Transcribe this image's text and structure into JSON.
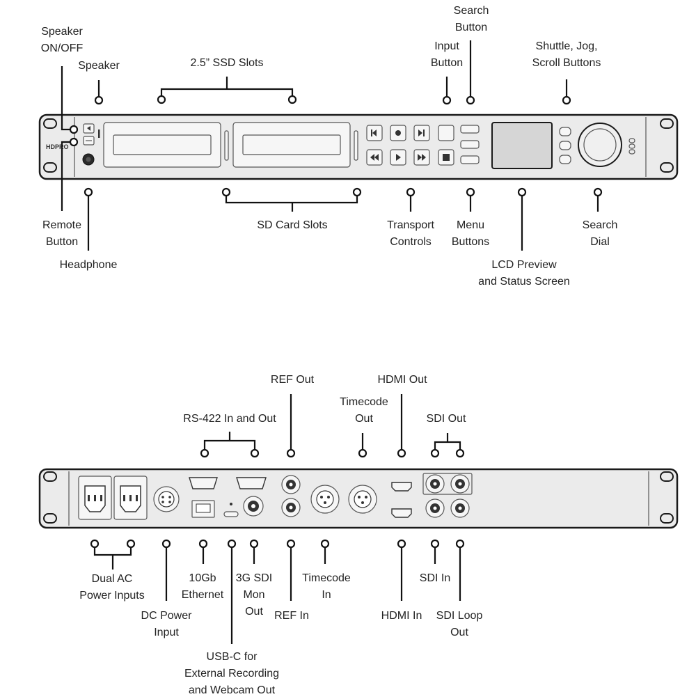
{
  "front_labels": {
    "speaker_on_off": [
      "Speaker",
      "ON/OFF"
    ],
    "speaker": [
      "Speaker"
    ],
    "ssd_slots": [
      "2.5” SSD Slots"
    ],
    "input_button": [
      "Input",
      "Button"
    ],
    "search_button": [
      "Search",
      "Button"
    ],
    "shuttle_jog": [
      "Shuttle, Jog,",
      "Scroll Buttons"
    ],
    "remote_button": [
      "Remote",
      "Button"
    ],
    "headphone": [
      "Headphone"
    ],
    "sd_card_slots": [
      "SD Card Slots"
    ],
    "transport_controls": [
      "Transport",
      "Controls"
    ],
    "menu_buttons": [
      "Menu",
      "Buttons"
    ],
    "lcd_preview": [
      "LCD Preview",
      "and Status Screen"
    ],
    "search_dial": [
      "Search",
      "Dial"
    ]
  },
  "rear_labels": {
    "ref_out": [
      "REF Out"
    ],
    "hdmi_out": [
      "HDMI Out"
    ],
    "rs422": [
      "RS-422 In and Out"
    ],
    "timecode_out": [
      "Timecode",
      "Out"
    ],
    "sdi_out": [
      "SDI Out"
    ],
    "dual_ac": [
      "Dual AC",
      "Power Inputs"
    ],
    "ethernet": [
      "10Gb",
      "Ethernet"
    ],
    "sdi_mon": [
      "3G SDI",
      "Mon",
      "Out"
    ],
    "timecode_in": [
      "Timecode",
      "In"
    ],
    "sdi_in": [
      "SDI In"
    ],
    "dc_power": [
      "DC Power",
      "Input"
    ],
    "ref_in": [
      "REF In"
    ],
    "hdmi_in": [
      "HDMI In"
    ],
    "sdi_loop": [
      "SDI Loop",
      "Out"
    ],
    "usbc": [
      "USB-C for",
      "External Recording",
      "and Webcam Out"
    ]
  },
  "device": {
    "brand_mark": "HDPRO"
  },
  "colors": {
    "panel": "#ebebeb",
    "outline": "#1a1a1a",
    "detail": "#555555"
  }
}
